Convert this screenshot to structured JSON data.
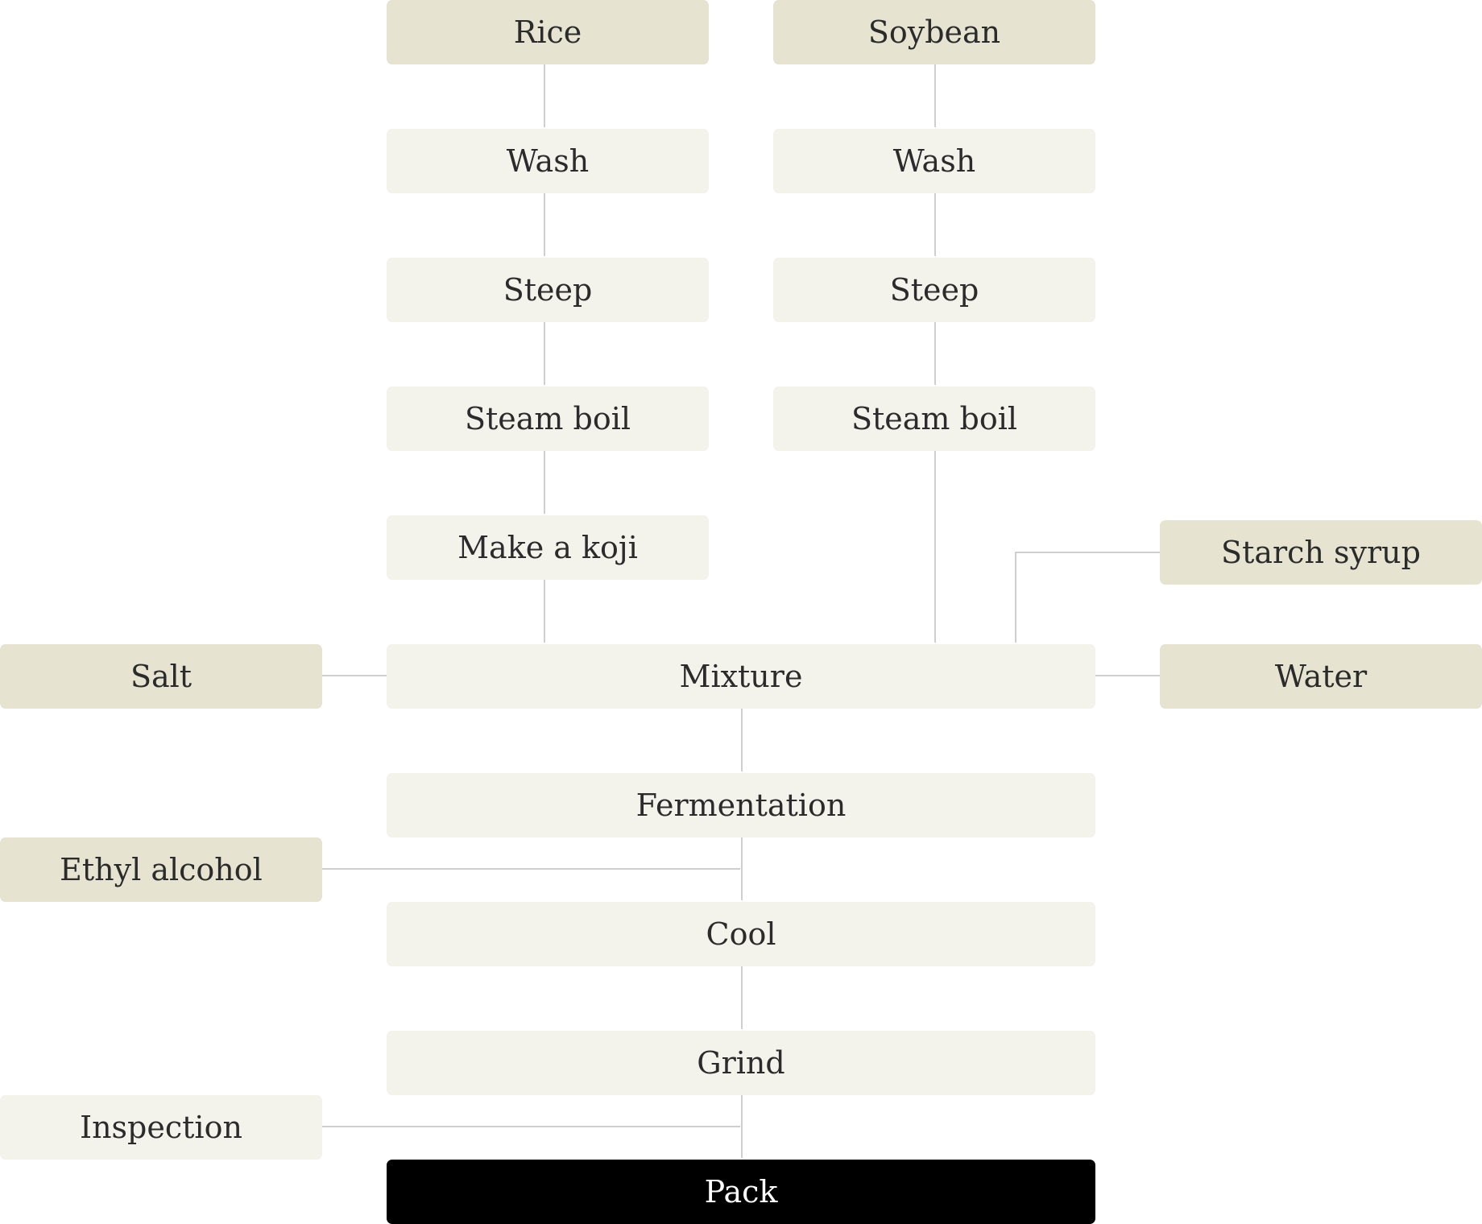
{
  "diagram": {
    "nodes": {
      "rice": "Rice",
      "soybean": "Soybean",
      "rice_wash": "Wash",
      "soy_wash": "Wash",
      "rice_steep": "Steep",
      "soy_steep": "Steep",
      "rice_steam": "Steam boil",
      "soy_steam": "Steam boil",
      "koji": "Make a koji",
      "starch": "Starch syrup",
      "salt": "Salt",
      "mixture": "Mixture",
      "water": "Water",
      "fermentation": "Fermentation",
      "ethyl": "Ethyl alcohol",
      "cool": "Cool",
      "grind": "Grind",
      "inspection": "Inspection",
      "pack": "Pack"
    },
    "edges": [
      [
        "rice",
        "rice_wash"
      ],
      [
        "rice_wash",
        "rice_steep"
      ],
      [
        "rice_steep",
        "rice_steam"
      ],
      [
        "rice_steam",
        "koji"
      ],
      [
        "koji",
        "mixture"
      ],
      [
        "soybean",
        "soy_wash"
      ],
      [
        "soy_wash",
        "soy_steep"
      ],
      [
        "soy_steep",
        "soy_steam"
      ],
      [
        "soy_steam",
        "mixture"
      ],
      [
        "starch",
        "mixture"
      ],
      [
        "salt",
        "mixture"
      ],
      [
        "water",
        "mixture"
      ],
      [
        "mixture",
        "fermentation"
      ],
      [
        "fermentation",
        "cool"
      ],
      [
        "ethyl",
        "cool"
      ],
      [
        "cool",
        "grind"
      ],
      [
        "grind",
        "pack"
      ],
      [
        "inspection",
        "pack"
      ]
    ],
    "colors": {
      "ingredient_fill": "#e6e4d0",
      "process_fill": "#f3f3ec",
      "final_fill": "#000000",
      "connector": "#cfcfcf"
    }
  }
}
